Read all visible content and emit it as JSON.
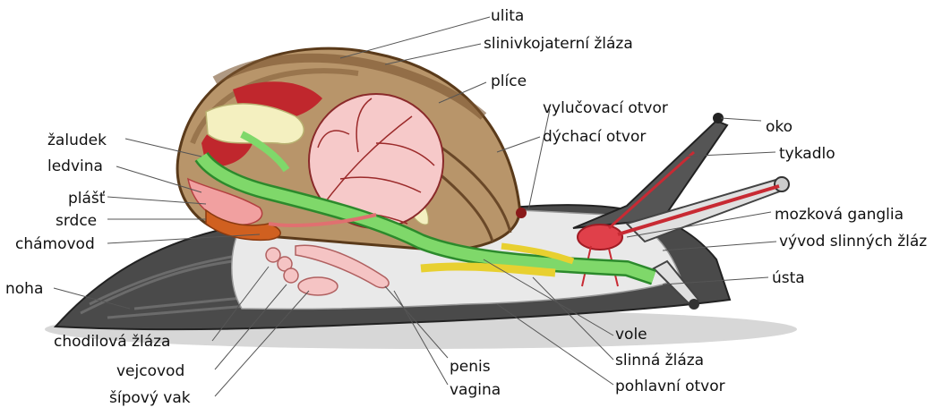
{
  "labels": {
    "ulita": "ulita",
    "slinivkojaterni_zlaza": "slinivkojaterní žláza",
    "plice": "plíce",
    "vylucovaci_otvor": "vylučovací otvor",
    "dychaci_otvor": "dýchací otvor",
    "oko": "oko",
    "tykadlo": "tykadlo",
    "mozkova_ganglia": "mozková ganglia",
    "vyvod_slinnych_zlaz": "vývod slinných žláz",
    "usta": "ústa",
    "zaludek": "žaludek",
    "ledvina": "ledvina",
    "plast": "plášť",
    "srdce": "srdce",
    "chamovod": "chámovod",
    "noha": "noha",
    "chodilova_zlaza": "chodilová žláza",
    "vejcovod": "vejcovod",
    "sipovy_vak": "šípový vak",
    "penis": "penis",
    "vagina": "vagina",
    "vole": "vole",
    "slinna_zlaza": "slinná žláza",
    "pohlavni_otvor": "pohlavní otvor"
  }
}
